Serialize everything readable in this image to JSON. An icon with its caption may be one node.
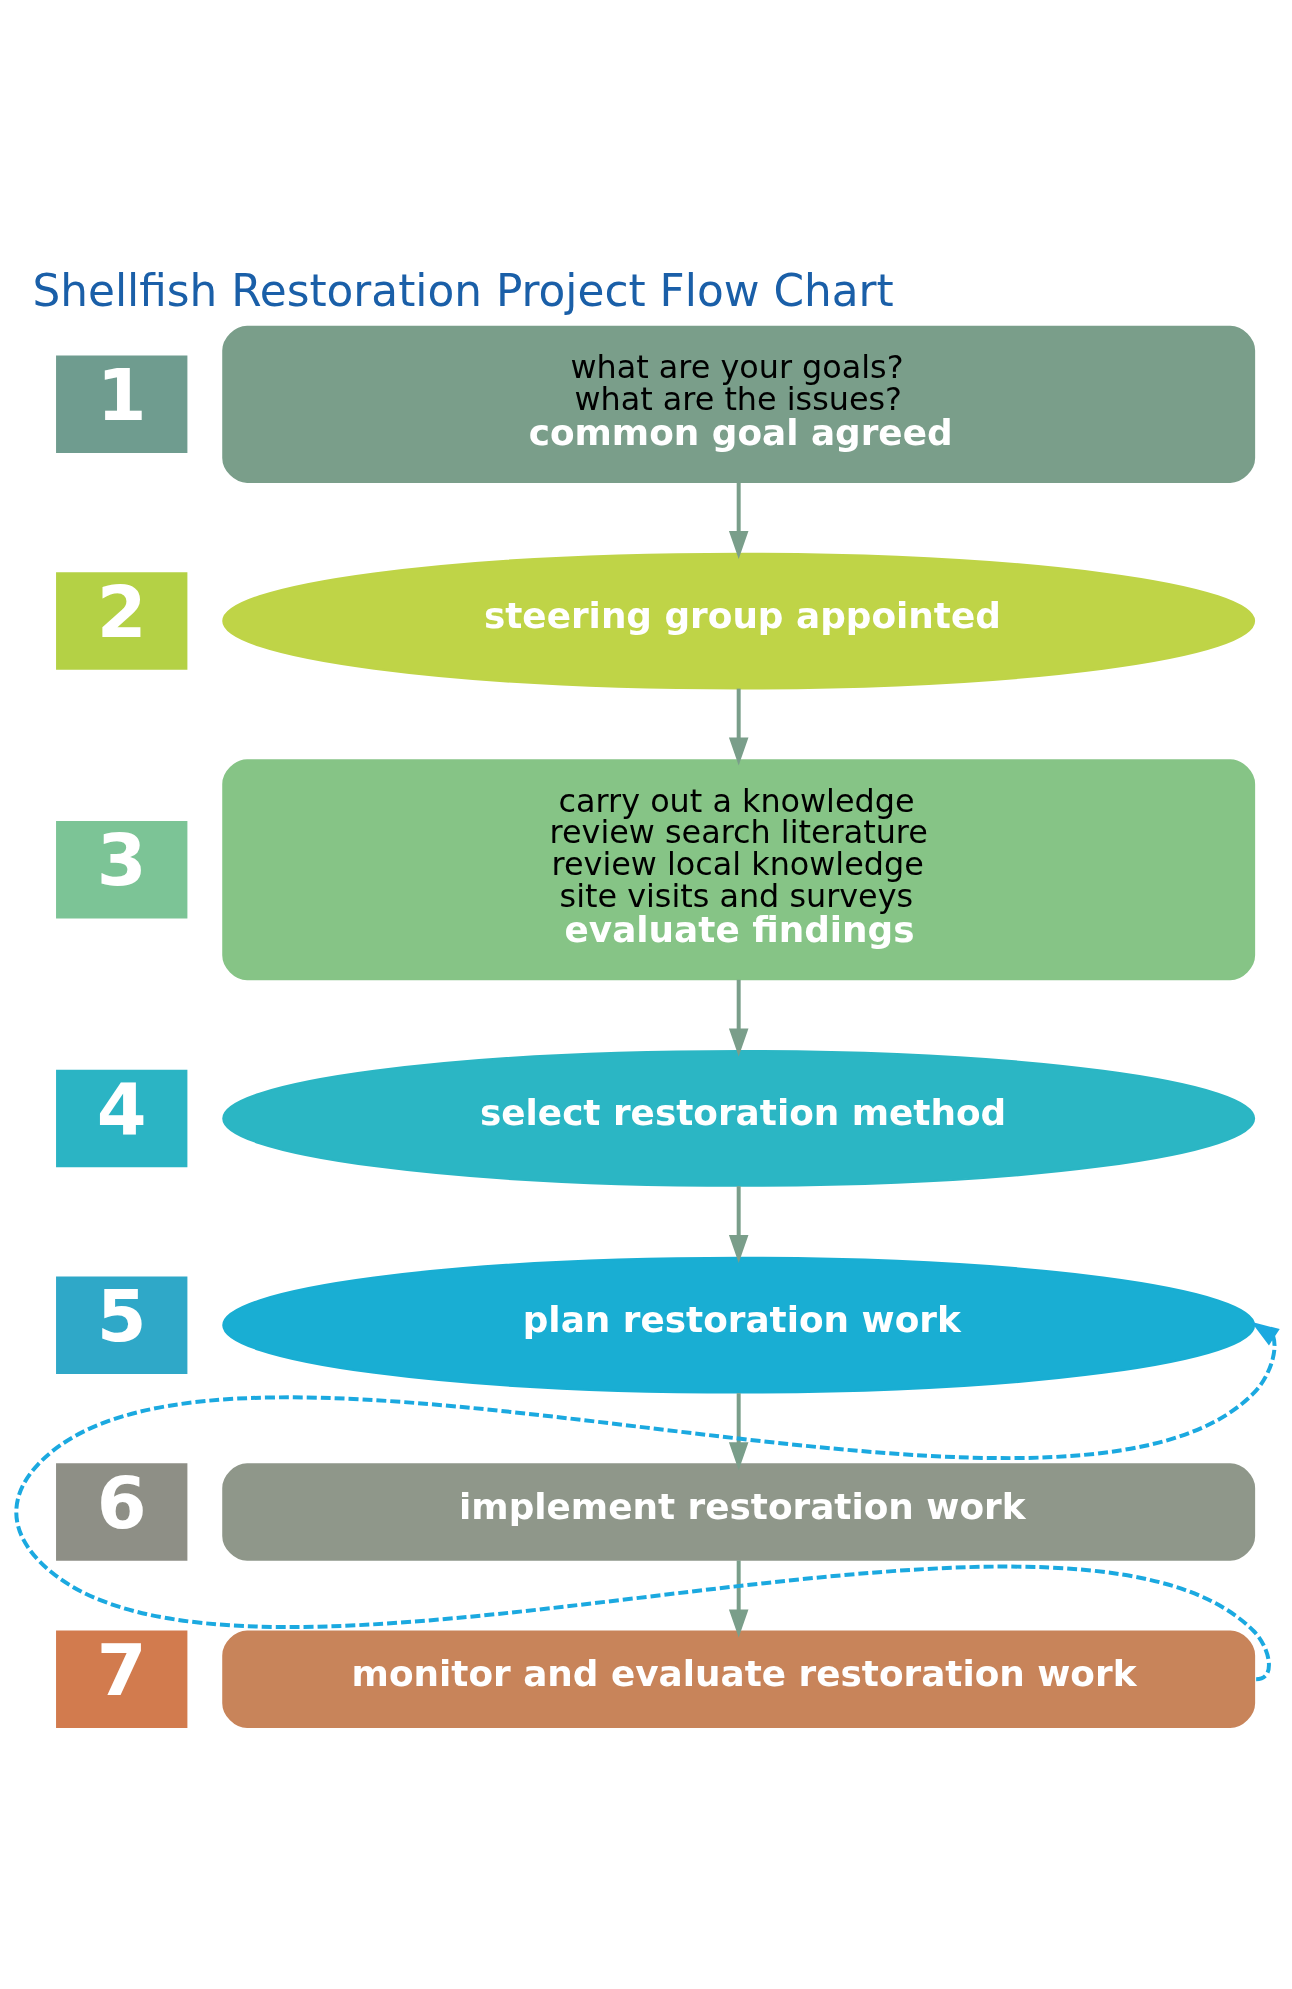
{
  "diagram": {
    "title": "Shellfish Restoration Project Flow Chart",
    "nodes": [
      {
        "text": [
          "what are your goals?",
          "what are the issues?",
          "common goal agreed"
        ],
        "beside": [
          "1"
        ]
      },
      {
        "text": [
          "steering group appointed"
        ],
        "beside": [
          "2"
        ]
      },
      {
        "text": [
          "carry out a knowledge",
          "review search literature",
          "review local knowledge",
          "site visits and surveys",
          "evaluate findings"
        ],
        "beside": [
          "3"
        ]
      },
      {
        "text": [
          "select restoration method"
        ],
        "beside": [
          "4"
        ]
      },
      {
        "text": [
          "plan restoration work"
        ],
        "beside": [
          "5"
        ]
      },
      {
        "text": [
          "implement restoration work"
        ],
        "beside": [
          "6"
        ]
      },
      {
        "text": [
          "monitor and evaluate restoration work"
        ],
        "beside": [
          "7"
        ]
      }
    ],
    "edges": [
      {
        "from": 0,
        "to": 1,
        "arrow": "to"
      },
      {
        "from": 1,
        "to": 2,
        "arrow": "to"
      },
      {
        "from": 2,
        "to": 3,
        "arrow": "to"
      },
      {
        "from": 3,
        "to": 4,
        "arrow": "to"
      },
      {
        "from": 4,
        "to": 5,
        "arrow": "to"
      },
      {
        "from": 5,
        "to": 6,
        "arrow": "to"
      },
      {
        "from": 6,
        "to": 4,
        "arrow": "to",
        "style": "dashed",
        "color": "#1ba9e0"
      }
    ]
  }
}
